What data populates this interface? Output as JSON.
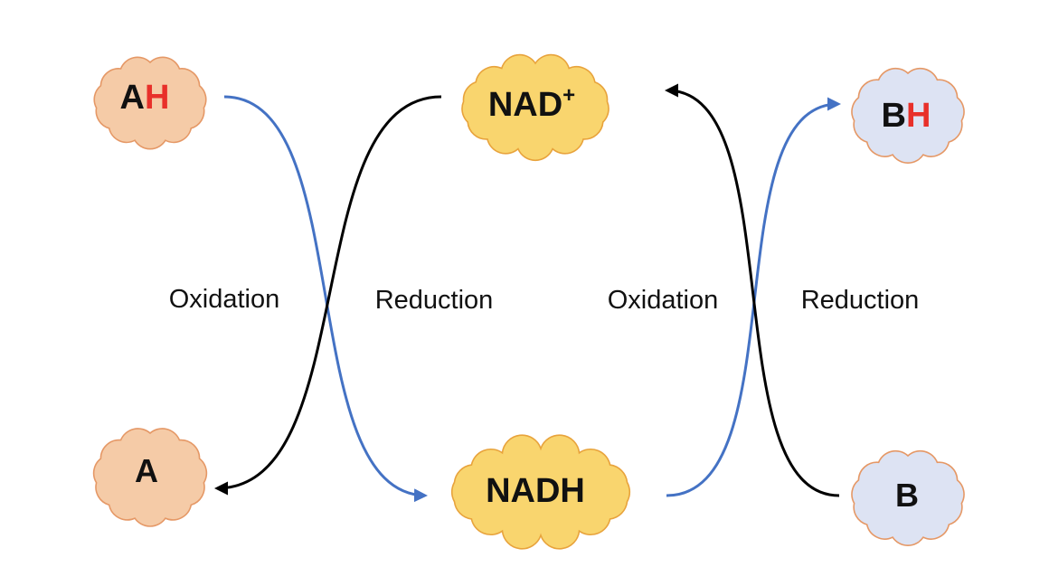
{
  "colors": {
    "orange_fill": "#f5cba7",
    "orange_stroke": "#e59866",
    "yellow_fill": "#f9d56e",
    "yellow_stroke": "#e8a33c",
    "blue_fill": "#dde3f3",
    "blue_stroke": "#e59866",
    "blue_arrow": "#4472c4",
    "black_arrow": "#000000",
    "hydrogen_red": "#e8302a",
    "text": "#111111"
  },
  "molecules": {
    "ah": {
      "base": "A",
      "suffix": "H"
    },
    "a": {
      "base": "A"
    },
    "nad_plus": {
      "base": "NAD",
      "sup": "+"
    },
    "nadh": {
      "base": "NADH"
    },
    "bh": {
      "base": "B",
      "suffix": "H"
    },
    "b": {
      "base": "B"
    }
  },
  "reaction_labels": {
    "left_oxidation": "Oxidation",
    "left_reduction": "Reduction",
    "right_oxidation": "Oxidation",
    "right_reduction": "Reduction"
  }
}
